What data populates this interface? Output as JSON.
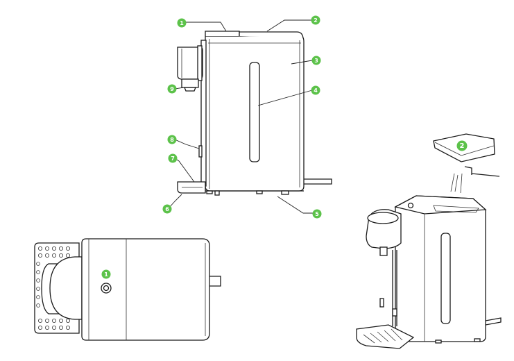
{
  "colors": {
    "badge": "#5cc24a",
    "line": "#1a1a1a",
    "background": "#ffffff"
  },
  "side_view": {
    "callouts": [
      {
        "id": "1",
        "label": "1"
      },
      {
        "id": "2",
        "label": "2"
      },
      {
        "id": "3",
        "label": "3"
      },
      {
        "id": "4",
        "label": "4"
      },
      {
        "id": "5",
        "label": "5"
      },
      {
        "id": "6",
        "label": "6"
      },
      {
        "id": "7",
        "label": "7"
      },
      {
        "id": "8",
        "label": "8"
      },
      {
        "id": "9",
        "label": "9"
      }
    ]
  },
  "top_view": {
    "callout": {
      "id": "1",
      "label": "1"
    }
  },
  "perspective_view": {
    "callout": {
      "id": "2",
      "label": "2"
    }
  }
}
